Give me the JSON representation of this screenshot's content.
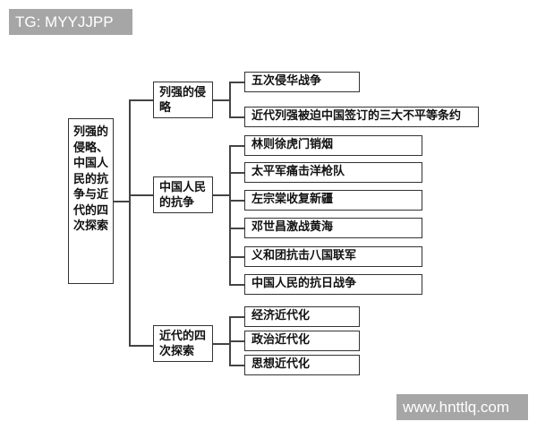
{
  "watermarks": {
    "top_left": "TG: MYYJJPP",
    "bottom_right": "www.hnttlq.com"
  },
  "diagram": {
    "root": "列强的侵略、中国人民的抗争与近代的四次探索",
    "branches": [
      {
        "label": "列强的侵略",
        "leaves": [
          "五次侵华战争",
          "近代列强被迫中国签订的三大不平等条约"
        ]
      },
      {
        "label": "中国人民的抗争",
        "leaves": [
          "林则徐虎门销烟",
          "太平军痛击洋枪队",
          "左宗棠收复新疆",
          "邓世昌激战黄海",
          "义和团抗击八国联军",
          "中国人民的抗日战争"
        ]
      },
      {
        "label": "近代的四次探索",
        "leaves": [
          "经济近代化",
          "政治近代化",
          "思想近代化"
        ]
      }
    ]
  }
}
